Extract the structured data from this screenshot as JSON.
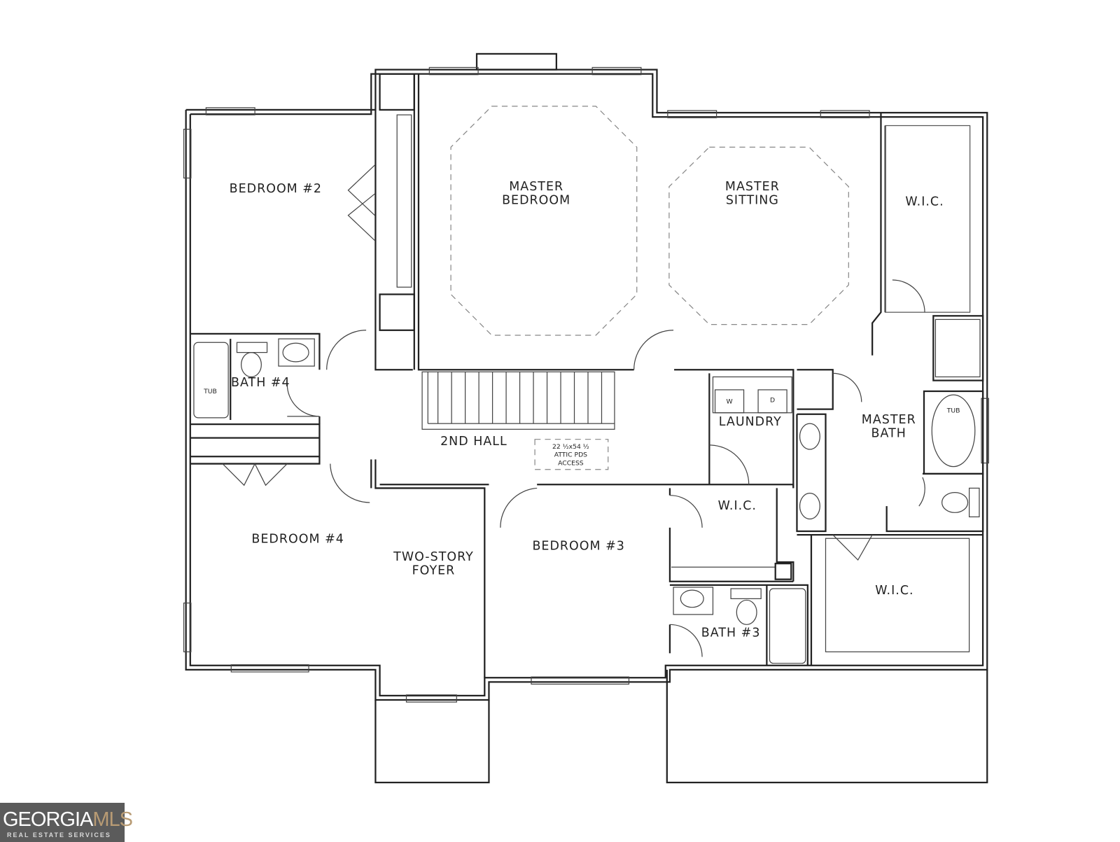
{
  "rooms": {
    "bedroom2": "BEDROOM #2",
    "master_bedroom_1": "MASTER",
    "master_bedroom_2": "BEDROOM",
    "master_sitting_1": "MASTER",
    "master_sitting_2": "SITTING",
    "wic_master_top": "W.I.C.",
    "bath4": "BATH #4",
    "tub_bath4": "TUB",
    "hall": "2ND HALL",
    "attic_1": "22 ½x54 ½",
    "attic_2": "ATTIC PDS",
    "attic_3": "ACCESS",
    "laundry": "LAUNDRY",
    "washer": "W",
    "dryer": "D",
    "master_bath_1": "MASTER",
    "master_bath_2": "BATH",
    "tub_master": "TUB",
    "bedroom4": "BEDROOM #4",
    "foyer_1": "TWO-STORY",
    "foyer_2": "FOYER",
    "bedroom3": "BEDROOM #3",
    "wic_bed3": "W.I.C.",
    "bath3": "BATH #3",
    "wic_master_bottom": "W.I.C."
  },
  "logo": {
    "text_main": "GEORGIA",
    "text_accent": "MLS",
    "tagline": "REAL ESTATE SERVICES"
  },
  "colors": {
    "logo_bg": "#5b5b5b",
    "logo_accent": "#b89b74"
  }
}
